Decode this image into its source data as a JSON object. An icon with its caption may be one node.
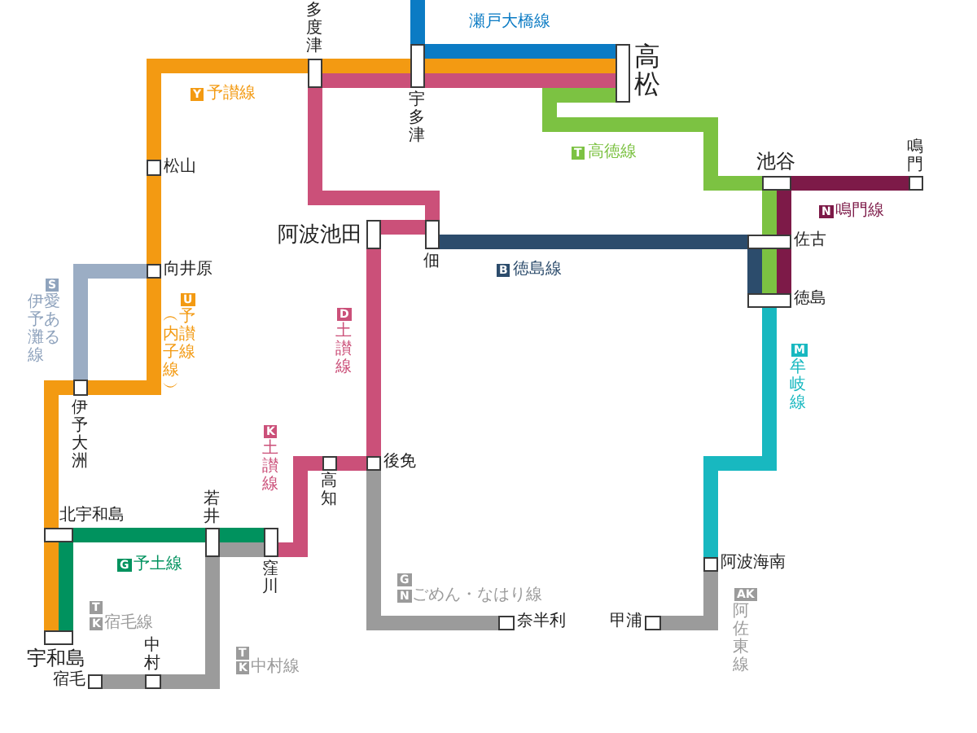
{
  "diagram": {
    "nodes": [
      {
        "text": [
          "多度津"
        ]
      },
      {
        "text": [
          "宇多津"
        ]
      },
      {
        "text": [
          "高松"
        ]
      },
      {
        "text": [
          "松山"
        ]
      },
      {
        "text": [
          "阿波池田"
        ]
      },
      {
        "text": [
          "佃"
        ]
      },
      {
        "text": [
          "池谷"
        ]
      },
      {
        "text": [
          "鳴門"
        ]
      },
      {
        "text": [
          "向井原"
        ]
      },
      {
        "text": [
          "佐古"
        ]
      },
      {
        "text": [
          "徳島"
        ]
      },
      {
        "text": [
          "伊予大洲"
        ]
      },
      {
        "text": [
          "後免"
        ]
      },
      {
        "text": [
          "高知"
        ]
      },
      {
        "text": [
          "北宇和島"
        ]
      },
      {
        "text": [
          "若井"
        ]
      },
      {
        "text": [
          "窪川"
        ]
      },
      {
        "text": [
          "阿波海南"
        ]
      },
      {
        "text": [
          "宇和島"
        ]
      },
      {
        "text": [
          "奈半利"
        ]
      },
      {
        "text": [
          "甲浦"
        ]
      },
      {
        "text": [
          "中村"
        ]
      },
      {
        "text": [
          "宿毛"
        ]
      }
    ],
    "edges": [
      {
        "from": null,
        "to": 1,
        "arrow": "none",
        "color": "#0b7bc4"
      },
      {
        "from": 1,
        "to": 2,
        "arrow": "none",
        "color": "#0b7bc4"
      },
      {
        "from": 0,
        "to": 1,
        "arrow": "none",
        "color": "#f39a12"
      },
      {
        "from": 1,
        "to": 2,
        "arrow": "none",
        "color": "#f39a12"
      },
      {
        "from": 0,
        "to": 1,
        "arrow": "none",
        "color": "#cb5079"
      },
      {
        "from": 1,
        "to": 2,
        "arrow": "none",
        "color": "#cb5079"
      },
      {
        "from": 0,
        "to": 5,
        "arrow": "none",
        "color": "#cb5079"
      },
      {
        "from": 5,
        "to": 4,
        "arrow": "none",
        "color": "#cb5079"
      },
      {
        "from": 4,
        "to": 12,
        "arrow": "none",
        "color": "#cb5079"
      },
      {
        "from": 12,
        "to": 13,
        "arrow": "none",
        "color": "#cb5079"
      },
      {
        "from": 13,
        "to": 16,
        "arrow": "none",
        "color": "#cb5079"
      },
      {
        "from": 0,
        "to": 3,
        "arrow": "none",
        "color": "#f39a12"
      },
      {
        "from": 3,
        "to": 8,
        "arrow": "none",
        "color": "#f39a12"
      },
      {
        "from": 8,
        "to": 11,
        "arrow": "none",
        "color": "#f39a12"
      },
      {
        "from": 8,
        "to": 11,
        "arrow": "none",
        "color": "#9badc4"
      },
      {
        "from": 11,
        "to": 14,
        "arrow": "none",
        "color": "#f39a12"
      },
      {
        "from": 14,
        "to": 18,
        "arrow": "none",
        "color": "#f39a12"
      },
      {
        "from": 14,
        "to": 18,
        "arrow": "none",
        "color": "#00925e"
      },
      {
        "from": 14,
        "to": 15,
        "arrow": "none",
        "color": "#00925e"
      },
      {
        "from": 15,
        "to": 16,
        "arrow": "none",
        "color": "#00925e"
      },
      {
        "from": 16,
        "to": 15,
        "arrow": "none",
        "color": "#9b9b9b"
      },
      {
        "from": 15,
        "to": 21,
        "arrow": "none",
        "color": "#9b9b9b"
      },
      {
        "from": 21,
        "to": 22,
        "arrow": "none",
        "color": "#9b9b9b"
      },
      {
        "from": 12,
        "to": 19,
        "arrow": "none",
        "color": "#9b9b9b"
      },
      {
        "from": 5,
        "to": 9,
        "arrow": "none",
        "color": "#2c4c6c"
      },
      {
        "from": 9,
        "to": 10,
        "arrow": "none",
        "color": "#2c4c6c"
      },
      {
        "from": 2,
        "to": 6,
        "arrow": "none",
        "color": "#7cc242"
      },
      {
        "from": 6,
        "to": 9,
        "arrow": "none",
        "color": "#7cc242"
      },
      {
        "from": 9,
        "to": 10,
        "arrow": "none",
        "color": "#7cc242"
      },
      {
        "from": 6,
        "to": 7,
        "arrow": "none",
        "color": "#7d1a48"
      },
      {
        "from": 6,
        "to": 9,
        "arrow": "none",
        "color": "#7d1a48"
      },
      {
        "from": 9,
        "to": 10,
        "arrow": "none",
        "color": "#7d1a48"
      },
      {
        "from": 10,
        "to": 17,
        "arrow": "none",
        "color": "#18b8c0"
      },
      {
        "from": 17,
        "to": 20,
        "arrow": "none",
        "color": "#9b9b9b"
      }
    ],
    "labels": [
      "瀬戸大橋線",
      "Y",
      "予讃線",
      "T",
      "高徳線",
      "N",
      "鳴門線",
      "S",
      "愛ある伊予灘線",
      "B",
      "徳島線",
      "U",
      "予讃線︵内子線︶",
      "D",
      "土讃線",
      "M",
      "牟岐線",
      "K",
      "土讃線",
      "G",
      "予土線",
      "G",
      "N",
      "ごめん・なはり線",
      "T",
      "K",
      "宿毛線",
      "AK",
      "阿佐東線",
      "T",
      "K",
      "中村線"
    ]
  }
}
